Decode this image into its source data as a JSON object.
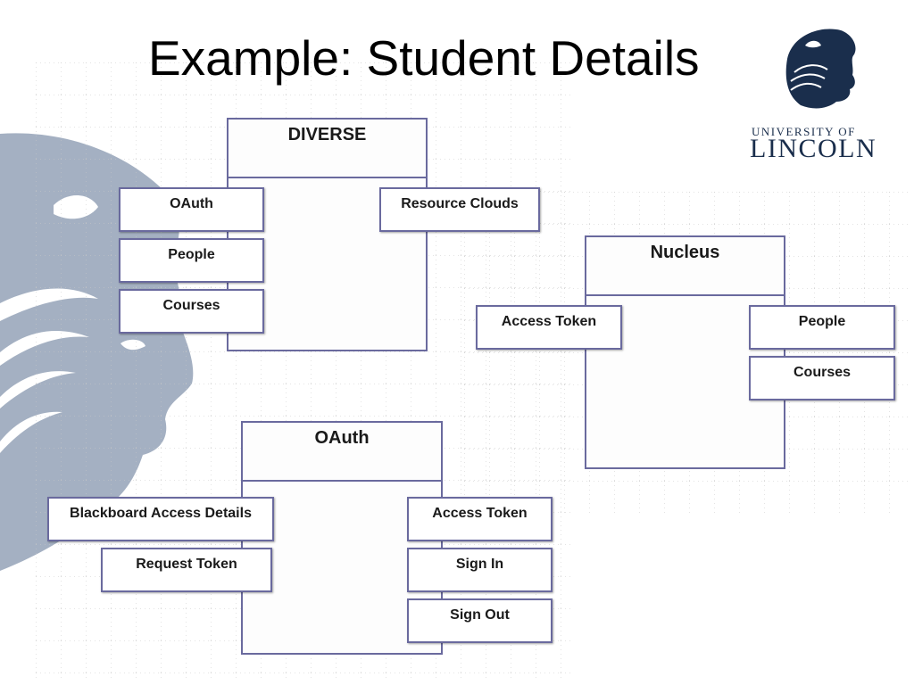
{
  "title": "Example: Student Details",
  "logo": {
    "top_text": "UNIVERSITY OF",
    "bottom_text": "LINCOLN",
    "color": "#1a2e4c"
  },
  "colors": {
    "border": "#6a6a9e",
    "background_head": "#a4b0c2"
  },
  "components": {
    "diverse": {
      "name": "DIVERSE",
      "ports": [
        "OAuth",
        "People",
        "Courses",
        "Resource Clouds"
      ]
    },
    "nucleus": {
      "name": "Nucleus",
      "ports": [
        "Access Token",
        "People",
        "Courses"
      ]
    },
    "oauth": {
      "name": "OAuth",
      "ports": [
        "Blackboard Access Details",
        "Request Token",
        "Access Token",
        "Sign In",
        "Sign Out"
      ]
    }
  }
}
